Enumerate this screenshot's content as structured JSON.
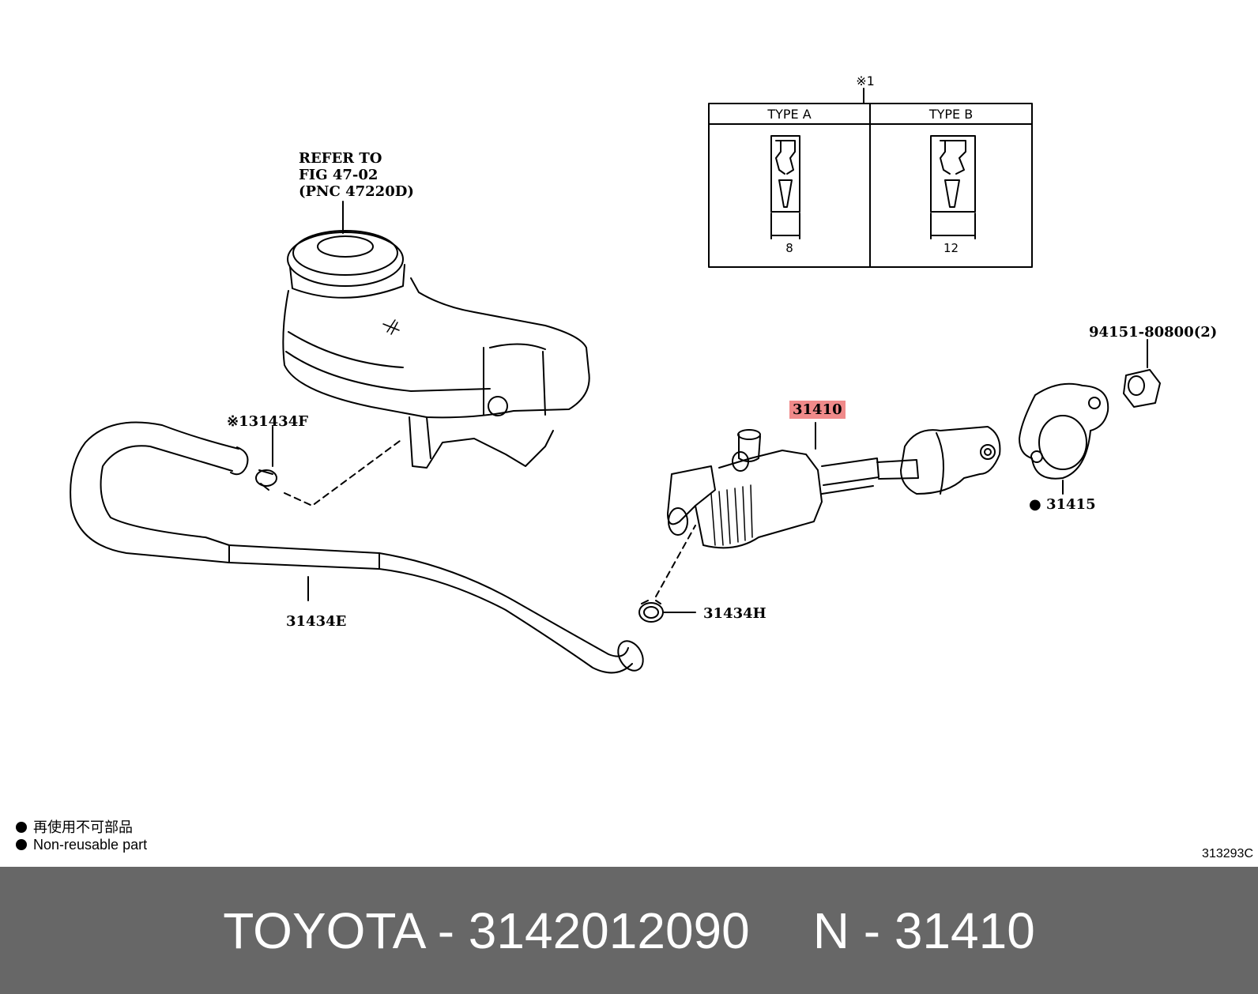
{
  "callouts": {
    "reservoir_ref": [
      "REFER TO",
      "FIG 47-02",
      "(PNC 47220D)"
    ],
    "clip_note_mark": "※1",
    "clip_f": "※131434F",
    "hose": "31434E",
    "clip_h": "31434H",
    "master_cylinder": "31410",
    "gasket": "● 31415",
    "nut": "94151-80800(2)"
  },
  "type_table": {
    "title": "※1",
    "col_a": "TYPE A",
    "col_b": "TYPE B",
    "dim_a": "8",
    "dim_b": "12"
  },
  "legend": {
    "jp": "再使用不可部品",
    "en": "Non-reusable part"
  },
  "ref_code": "313293C",
  "footer": {
    "brand_part": "TOYOTA - 3142012090",
    "n_part": "N - 31410"
  },
  "colors": {
    "highlight": "#f08a8a",
    "footer_bg": "#676767"
  }
}
